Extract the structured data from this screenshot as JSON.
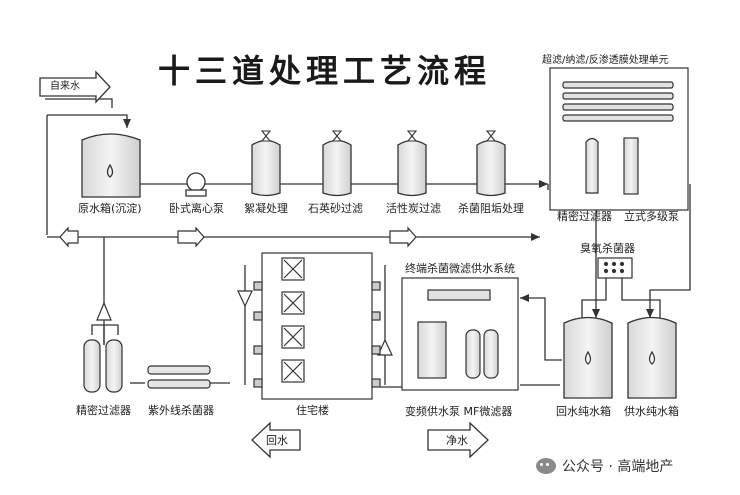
{
  "title": "十三道处理工艺流程",
  "inputs": {
    "tap_water": "自来水",
    "return_water": "回水",
    "pure_water": "净水"
  },
  "stages": {
    "raw_tank": "原水箱(沉淀)",
    "pump": "卧式离心泵",
    "coagulation": "絮凝处理",
    "quartz": "石英砂过滤",
    "carbon": "活性炭过滤",
    "softener": "杀菌阻垢处理",
    "membrane_unit": "超滤/纳滤/反渗透膜处理单元",
    "precision_top": "精密过滤器",
    "multistage_pump": "立式多级泵",
    "ozone": "臭氧杀菌器",
    "terminal_system": "终端杀菌微滤供水系统",
    "vfd_pump_mf": "变频供水泵 MF微滤器",
    "return_tank": "回水纯水箱",
    "supply_tank": "供水纯水箱",
    "residence": "住宅楼",
    "uv": "紫外线杀菌器",
    "precision_bottom": "精密过滤器"
  },
  "watermark": "公众号 · 高端地产"
}
